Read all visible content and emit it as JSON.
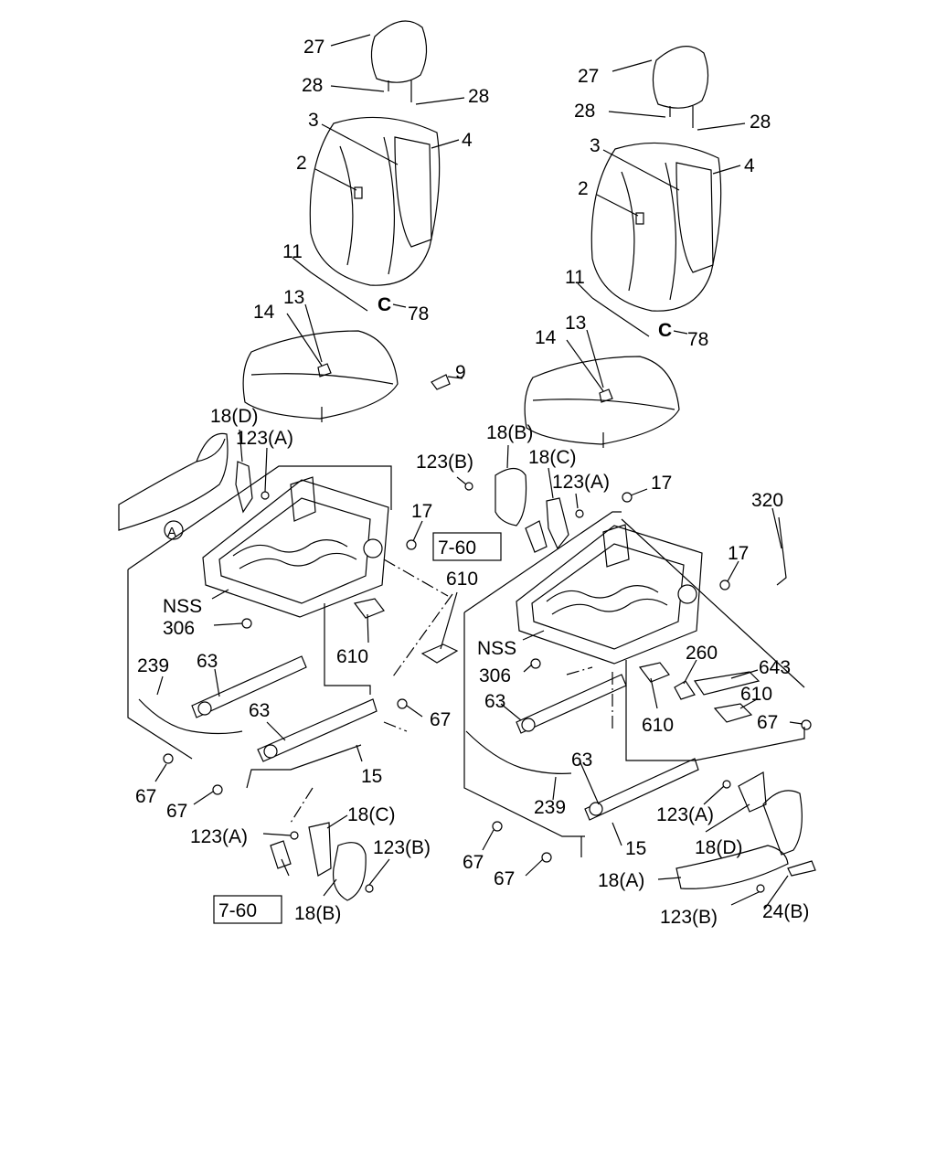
{
  "left_assembly": {
    "labels": [
      "27",
      "28",
      "28",
      "3",
      "4",
      "2",
      "11",
      "78",
      "14",
      "13",
      "9",
      "18(D)",
      "123(A)",
      "A",
      "17",
      "NSS",
      "306",
      "610",
      "610",
      "239",
      "63",
      "63",
      "67",
      "67",
      "67",
      "15",
      "123(A)",
      "18(C)",
      "123(B)",
      "18(B)"
    ],
    "ref_box": "7-60"
  },
  "right_assembly": {
    "labels": [
      "27",
      "28",
      "28",
      "3",
      "4",
      "2",
      "11",
      "78",
      "14",
      "13",
      "18(B)",
      "123(B)",
      "18(C)",
      "123(A)",
      "17",
      "320",
      "17",
      "NSS",
      "306",
      "610",
      "260",
      "643",
      "610",
      "67",
      "63",
      "63",
      "239",
      "67",
      "67",
      "15",
      "123(A)",
      "18(D)",
      "18(A)",
      "123(B)",
      "24(B)"
    ],
    "ref_box": "7-60"
  }
}
